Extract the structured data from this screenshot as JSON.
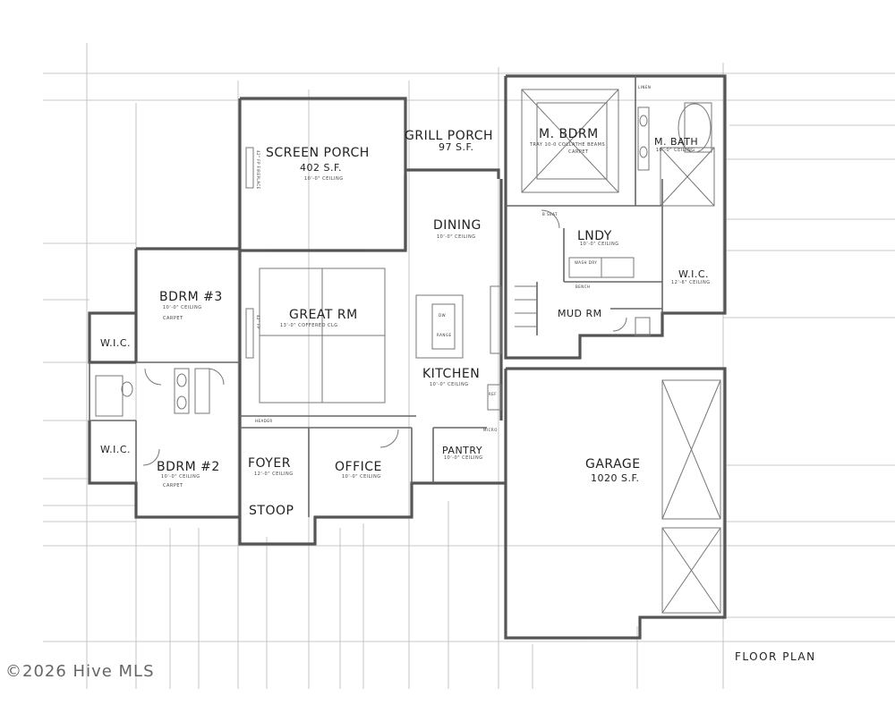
{
  "title": "FLOOR PLAN",
  "watermark": "©2026 Hive MLS",
  "rooms": {
    "screen_porch": {
      "name": "SCREEN PORCH",
      "area": "402 S.F.",
      "note": "10'-0\" CEILING"
    },
    "grill_porch": {
      "name": "GRILL PORCH",
      "area": "97 S.F."
    },
    "master_bedroom": {
      "name": "M. BDRM",
      "note": "TRAY 10-0 COLLATHE BEAMS",
      "finish": "CARPET"
    },
    "master_bath": {
      "name": "M. BATH",
      "note": "10'-0\" CEILING"
    },
    "dining": {
      "name": "DINING",
      "note": "10'-0\" CEILING"
    },
    "laundry": {
      "name": "LNDY",
      "note": "10'-0\" CEILING"
    },
    "master_wic": {
      "name": "W.I.C.",
      "note": "12'-6\" CEILING"
    },
    "bedroom3": {
      "name": "BDRM #3",
      "note": "10'-0\" CEILING",
      "finish": "CARPET"
    },
    "great_room": {
      "name": "GREAT RM",
      "note": "13'-0\" COFFERED CLG"
    },
    "mud_room": {
      "name": "MUD RM"
    },
    "kitchen": {
      "name": "KITCHEN",
      "note": "10'-0\" CEILING"
    },
    "wic_upper": {
      "name": "W.I.C."
    },
    "wic_lower": {
      "name": "W.I.C."
    },
    "bedroom2": {
      "name": "BDRM #2",
      "note": "10'-0\" CEILING",
      "finish": "CARPET"
    },
    "foyer": {
      "name": "FOYER",
      "note": "12'-0\" CEILING"
    },
    "office": {
      "name": "OFFICE",
      "note": "10'-0\" CEILING"
    },
    "pantry": {
      "name": "PANTRY",
      "note": "10'-0\" CEILING"
    },
    "garage": {
      "name": "GARAGE",
      "area": "1020 S.F."
    },
    "stoop": {
      "name": "STOOP"
    }
  },
  "fixtures": {
    "fireplace_porch": "42\" FP FIREPLACE",
    "fireplace_great": "42\" FP",
    "bench_seat": "B SEAT",
    "wash_dry": "WASH DRY",
    "linen": "LINEN",
    "ref": "REF",
    "header": "HEADER",
    "bench": "BENCH",
    "microwave": "MICRO",
    "range": "RANGE",
    "dw": "DW"
  }
}
